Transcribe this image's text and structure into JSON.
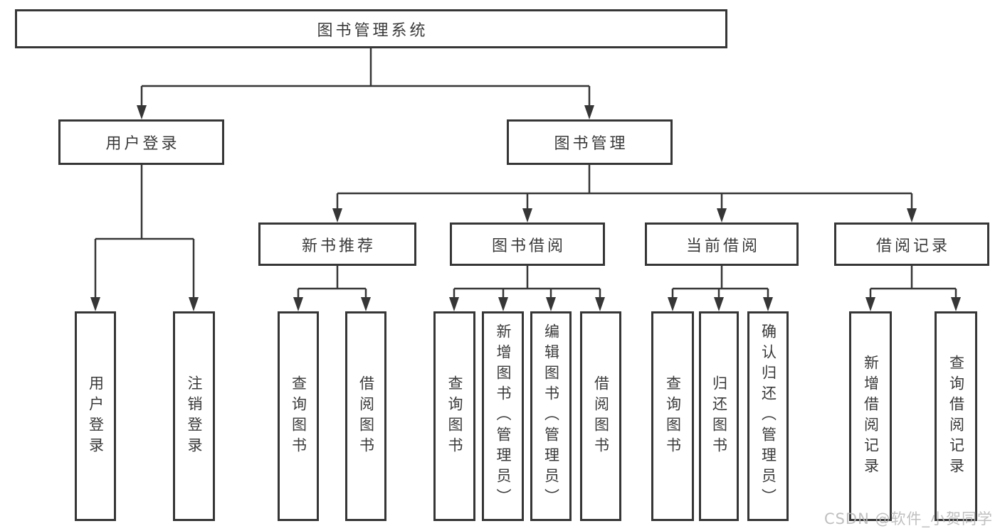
{
  "diagram": {
    "root": {
      "label": "图书管理系统"
    },
    "branches": [
      {
        "label": "用户登录",
        "children": [
          {
            "label": "用户登录"
          },
          {
            "label": "注销登录"
          }
        ]
      },
      {
        "label": "图书管理",
        "children": [
          {
            "label": "新书推荐",
            "children": [
              {
                "label": "查询图书"
              },
              {
                "label": "借阅图书"
              }
            ]
          },
          {
            "label": "图书借阅",
            "children": [
              {
                "label": "查询图书"
              },
              {
                "label": "新增图书（管理员）"
              },
              {
                "label": "编辑图书（管理员）"
              },
              {
                "label": "借阅图书"
              }
            ]
          },
          {
            "label": "当前借阅",
            "children": [
              {
                "label": "查询图书"
              },
              {
                "label": "归还图书"
              },
              {
                "label": "确认归还（管理员）"
              }
            ]
          },
          {
            "label": "借阅记录",
            "children": [
              {
                "label": "新增借阅记录"
              },
              {
                "label": "查询借阅记录"
              }
            ]
          }
        ]
      }
    ]
  },
  "watermark": "CSDN @软件_小贺同学",
  "colors": {
    "line": "#363636",
    "text": "#3a3a3a",
    "box_background": "#ffffff",
    "watermark": "#b9b9b9"
  }
}
